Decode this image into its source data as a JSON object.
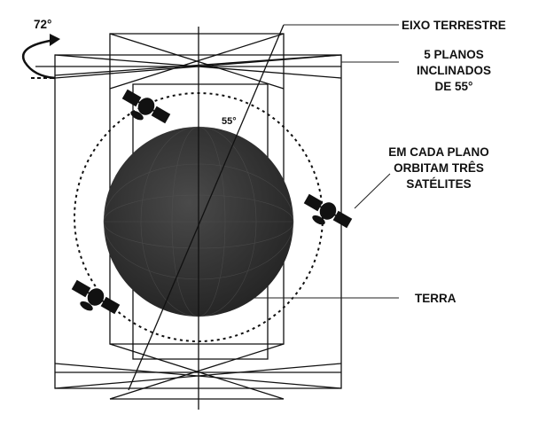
{
  "labels": {
    "rotation_angle": "72°",
    "inclination_angle": "55°",
    "earth_axis": "EIXO TERRESTRE",
    "planes": [
      "5 PLANOS",
      "INCLINADOS",
      "DE 55°"
    ],
    "satellites_per_plane": [
      "EM CADA PLANO",
      "ORBITAM TRÊS",
      "SATÉLITES"
    ],
    "earth": "TERRA"
  },
  "colors": {
    "earth": "#3a3a3a",
    "line": "#111111",
    "background": "#ffffff"
  },
  "icons": [
    "satellite-icon",
    "rotation-arrow-icon"
  ]
}
